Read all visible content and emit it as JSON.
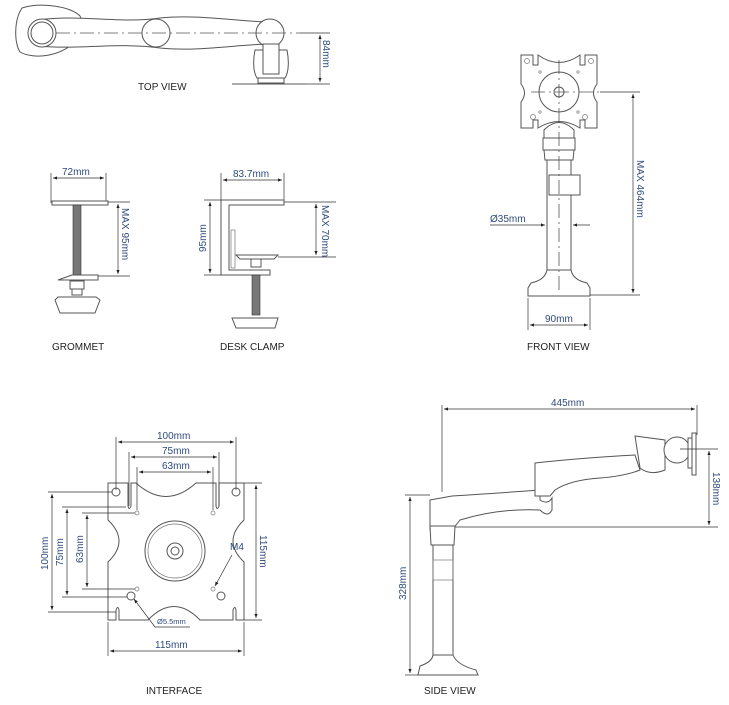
{
  "views": {
    "top": {
      "title": "TOP VIEW",
      "height_dim": "84mm"
    },
    "grommet": {
      "title": "GROMMET",
      "width_dim": "72mm",
      "height_dim": "MAX 95mm"
    },
    "desk_clamp": {
      "title": "DESK CLAMP",
      "width_dim": "83.7mm",
      "height_dim": "95mm",
      "max_thickness_dim": "MAX 70mm"
    },
    "front": {
      "title": "FRONT VIEW",
      "pole_diameter_dim": "Ø35mm",
      "base_width_dim": "90mm",
      "max_height_dim": "MAX 464mm"
    },
    "interface": {
      "title": "INTERFACE",
      "horizontal_dims": [
        "100mm",
        "75mm",
        "63mm"
      ],
      "vertical_dims": [
        "100mm",
        "75mm",
        "63mm"
      ],
      "plate_height_dim": "115mm",
      "plate_width_dim": "115mm",
      "thread_label": "M4",
      "hole_label": "Ø5.5mm"
    },
    "side": {
      "title": "SIDE VIEW",
      "reach_dim": "445mm",
      "height_dim": "328mm",
      "offset_dim": "138mm"
    }
  },
  "colors": {
    "dimension_text": "#2e4a7c",
    "line": "#555555",
    "label": "#222222"
  }
}
